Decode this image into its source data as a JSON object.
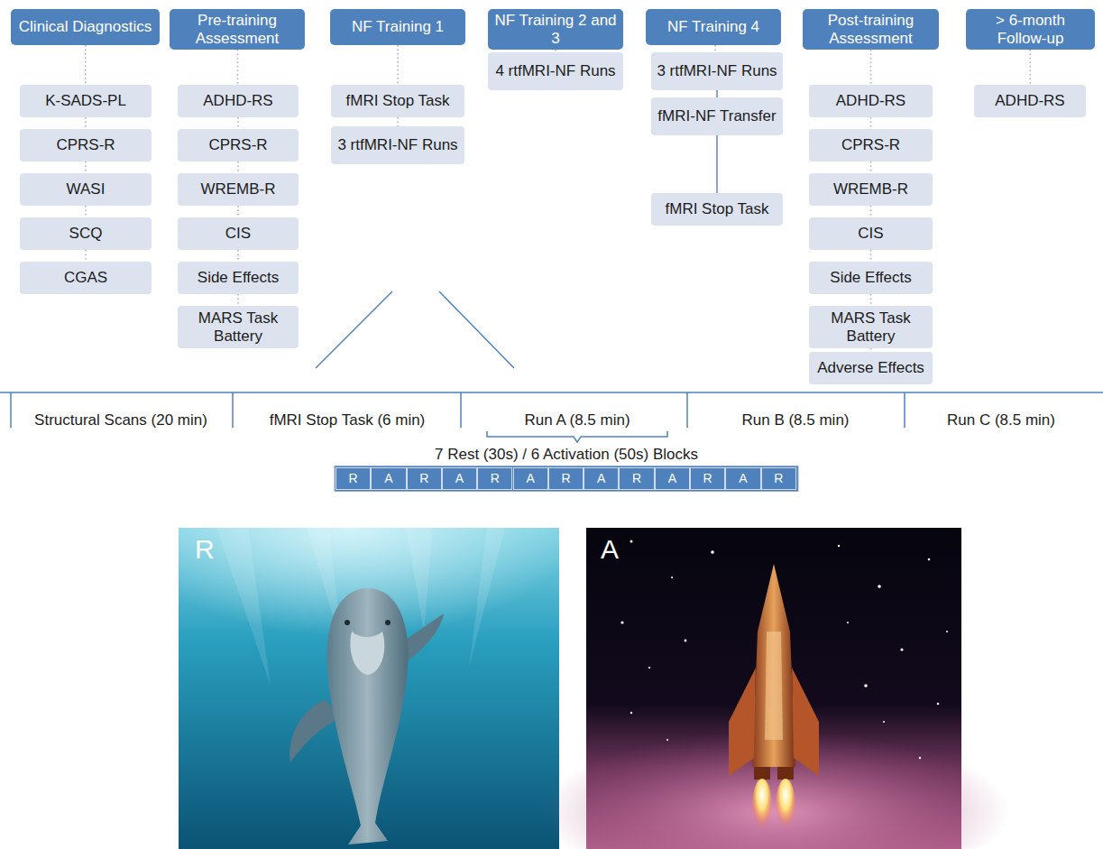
{
  "diagram": {
    "nodes": [
      {
        "text": [
          "Clinical Diagnostics"
        ]
      },
      {
        "text": [
          "K-SADS-PL"
        ]
      },
      {
        "text": [
          "CPRS-R"
        ]
      },
      {
        "text": [
          "WASI"
        ]
      },
      {
        "text": [
          "SCQ"
        ]
      },
      {
        "text": [
          "CGAS"
        ]
      },
      {
        "text": [
          "Pre-training Assessment"
        ]
      },
      {
        "text": [
          "ADHD-RS"
        ]
      },
      {
        "text": [
          "CPRS-R"
        ]
      },
      {
        "text": [
          "WREMB-R"
        ]
      },
      {
        "text": [
          "CIS"
        ]
      },
      {
        "text": [
          "Side Effects"
        ]
      },
      {
        "text": [
          "MARS Task Battery"
        ]
      },
      {
        "text": [
          "NF Training 1"
        ]
      },
      {
        "text": [
          "fMRI Stop Task"
        ]
      },
      {
        "text": [
          "3 rtfMRI-NF Runs"
        ]
      },
      {
        "text": [
          "NF Training 2 and 3"
        ]
      },
      {
        "text": [
          "4 rtfMRI-NF Runs"
        ]
      },
      {
        "text": [
          "NF Training 4"
        ]
      },
      {
        "text": [
          "3 rtfMRI-NF Runs"
        ]
      },
      {
        "text": [
          "fMRI-NF Transfer"
        ]
      },
      {
        "text": [
          "fMRI Stop Task"
        ]
      },
      {
        "text": [
          "Post-training Assessment"
        ]
      },
      {
        "text": [
          "ADHD-RS"
        ]
      },
      {
        "text": [
          "CPRS-R"
        ]
      },
      {
        "text": [
          "WREMB-R"
        ]
      },
      {
        "text": [
          "CIS"
        ]
      },
      {
        "text": [
          "Side Effects"
        ]
      },
      {
        "text": [
          "MARS Task Battery"
        ]
      },
      {
        "text": [
          "Adverse Effects"
        ]
      },
      {
        "text": [
          "> 6-month Follow-up"
        ]
      },
      {
        "text": [
          "ADHD-RS"
        ]
      },
      {
        "text": [
          "R"
        ]
      },
      {
        "text": [
          "A"
        ]
      },
      {
        "text": [
          "R"
        ]
      },
      {
        "text": [
          "A"
        ]
      },
      {
        "text": [
          "R"
        ]
      },
      {
        "text": [
          "A"
        ]
      },
      {
        "text": [
          "R"
        ]
      },
      {
        "text": [
          "A"
        ]
      },
      {
        "text": [
          "R"
        ]
      },
      {
        "text": [
          "A"
        ]
      },
      {
        "text": [
          "R"
        ]
      },
      {
        "text": [
          "A"
        ]
      },
      {
        "text": [
          "R"
        ]
      }
    ],
    "edges": [
      {
        "from": 0,
        "to": 1,
        "arrow": "none"
      },
      {
        "from": 1,
        "to": 2,
        "arrow": "none"
      },
      {
        "from": 2,
        "to": 3,
        "arrow": "none"
      },
      {
        "from": 3,
        "to": 4,
        "arrow": "none"
      },
      {
        "from": 4,
        "to": 5,
        "arrow": "none"
      },
      {
        "from": 6,
        "to": 7,
        "arrow": "none"
      },
      {
        "from": 7,
        "to": 8,
        "arrow": "none"
      },
      {
        "from": 8,
        "to": 9,
        "arrow": "none"
      },
      {
        "from": 9,
        "to": 10,
        "arrow": "none"
      },
      {
        "from": 10,
        "to": 11,
        "arrow": "none"
      },
      {
        "from": 11,
        "to": 12,
        "arrow": "none"
      },
      {
        "from": 13,
        "to": 14,
        "arrow": "none"
      },
      {
        "from": 14,
        "to": 15,
        "arrow": "none"
      },
      {
        "from": 16,
        "to": 17,
        "arrow": "none"
      },
      {
        "from": 18,
        "to": 19,
        "arrow": "none"
      },
      {
        "from": 19,
        "to": 20,
        "arrow": "none"
      },
      {
        "from": 20,
        "to": 21,
        "arrow": "none"
      },
      {
        "from": 22,
        "to": 23,
        "arrow": "none"
      },
      {
        "from": 23,
        "to": 24,
        "arrow": "none"
      },
      {
        "from": 24,
        "to": 25,
        "arrow": "none"
      },
      {
        "from": 25,
        "to": 26,
        "arrow": "none"
      },
      {
        "from": 26,
        "to": 27,
        "arrow": "none"
      },
      {
        "from": 27,
        "to": 28,
        "arrow": "none"
      },
      {
        "from": 28,
        "to": 29,
        "arrow": "none"
      },
      {
        "from": 30,
        "to": 31,
        "arrow": "none"
      }
    ],
    "labels": [
      "Structural Scans (20 min)",
      "fMRI Stop Task (6 min)",
      "Run A (8.5 min)",
      "Run B (8.5 min)",
      "Run C (8.5 min)",
      "7 Rest (30s) / 6 Activation (50s) Blocks",
      "R",
      "A"
    ]
  }
}
